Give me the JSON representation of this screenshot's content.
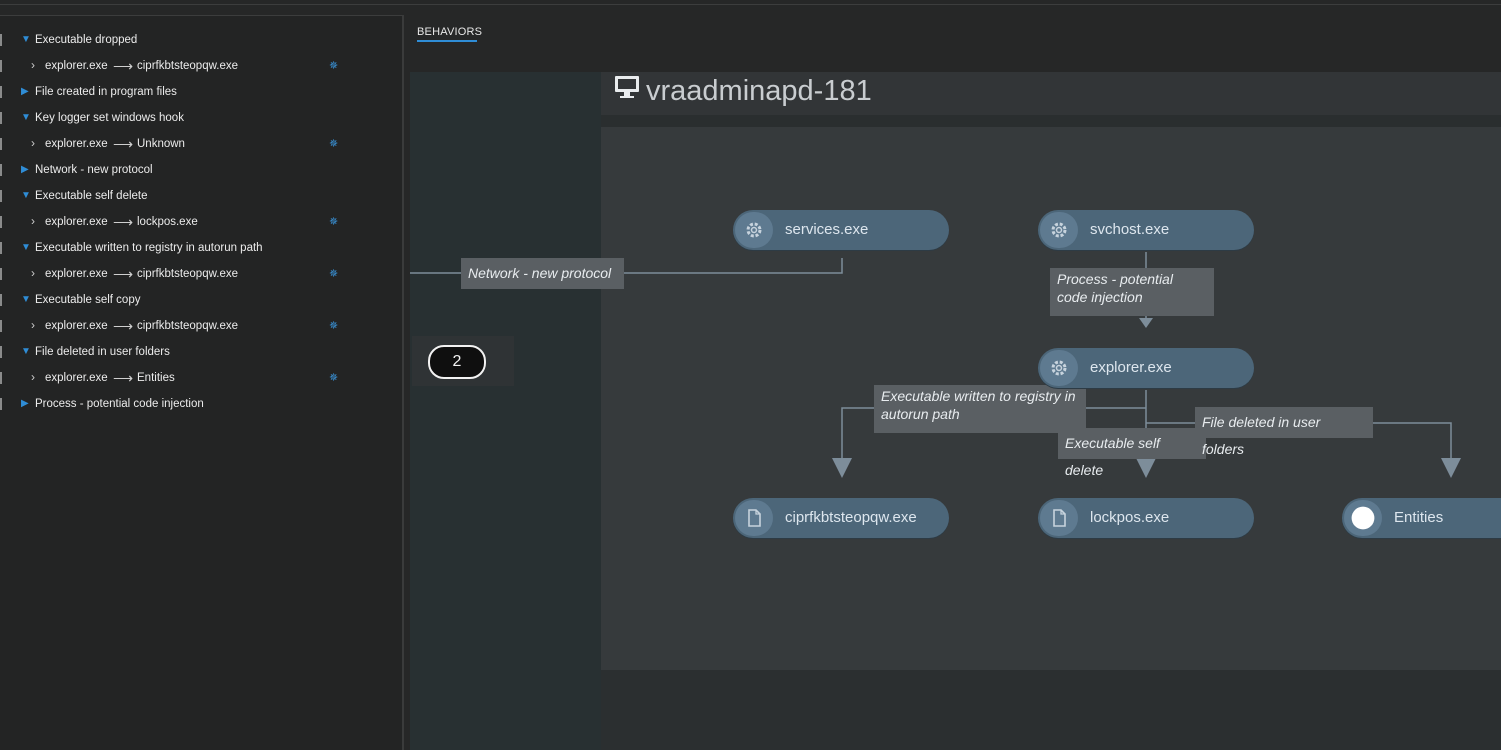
{
  "sidebar": {
    "items": [
      {
        "type": "group",
        "expanded": true,
        "label": "Executable dropped"
      },
      {
        "type": "detail",
        "source": "explorer.exe",
        "target": "ciprfkbtsteopqw.exe",
        "icon": "gear-icon"
      },
      {
        "type": "group",
        "expanded": false,
        "label": "File created in program files"
      },
      {
        "type": "group",
        "expanded": true,
        "label": "Key logger set windows hook"
      },
      {
        "type": "detail",
        "source": "explorer.exe",
        "target": "Unknown",
        "icon": "gear-icon"
      },
      {
        "type": "group",
        "expanded": false,
        "label": "Network - new protocol"
      },
      {
        "type": "group",
        "expanded": true,
        "label": "Executable self delete"
      },
      {
        "type": "detail",
        "source": "explorer.exe",
        "target": "lockpos.exe",
        "icon": "gear-icon"
      },
      {
        "type": "group",
        "expanded": true,
        "label": "Executable written to registry in autorun path"
      },
      {
        "type": "detail",
        "source": "explorer.exe",
        "target": "ciprfkbtsteopqw.exe",
        "icon": "gear-icon"
      },
      {
        "type": "group",
        "expanded": true,
        "label": "Executable self copy"
      },
      {
        "type": "detail",
        "source": "explorer.exe",
        "target": "ciprfkbtsteopqw.exe",
        "icon": "gear-icon"
      },
      {
        "type": "group",
        "expanded": true,
        "label": "File deleted in user folders"
      },
      {
        "type": "detail",
        "source": "explorer.exe",
        "target": "Entities",
        "icon": "gear-icon"
      },
      {
        "type": "group",
        "expanded": false,
        "label": "Process - potential code injection"
      }
    ]
  },
  "tabs": {
    "behaviors": "BEHAVIORS"
  },
  "graph": {
    "host_name": "vraadminapd-181",
    "host_icon": "monitor-icon",
    "counter": "2",
    "nodes": {
      "services": {
        "label": "services.exe",
        "icon": "gear-icon"
      },
      "svchost": {
        "label": "svchost.exe",
        "icon": "gear-icon"
      },
      "explorer": {
        "label": "explorer.exe",
        "icon": "gear-icon"
      },
      "ciprf": {
        "label": "ciprfkbtsteopqw.exe",
        "icon": "file-icon"
      },
      "lockpos": {
        "label": "lockpos.exe",
        "icon": "file-icon"
      },
      "entities": {
        "label": "Entities",
        "icon": "circle-icon"
      }
    },
    "edges": {
      "network": "Network - new protocol",
      "injection": "Process - potential code injection",
      "registry": "Executable written to registry in autorun path",
      "selfdelete": "Executable self delete",
      "deleted": "File deleted in user folders"
    }
  },
  "colors": {
    "accent": "#2f8dd6",
    "node": "#4c6679",
    "edge": "#7d8d9a",
    "label_bg": "#5a5f63"
  }
}
